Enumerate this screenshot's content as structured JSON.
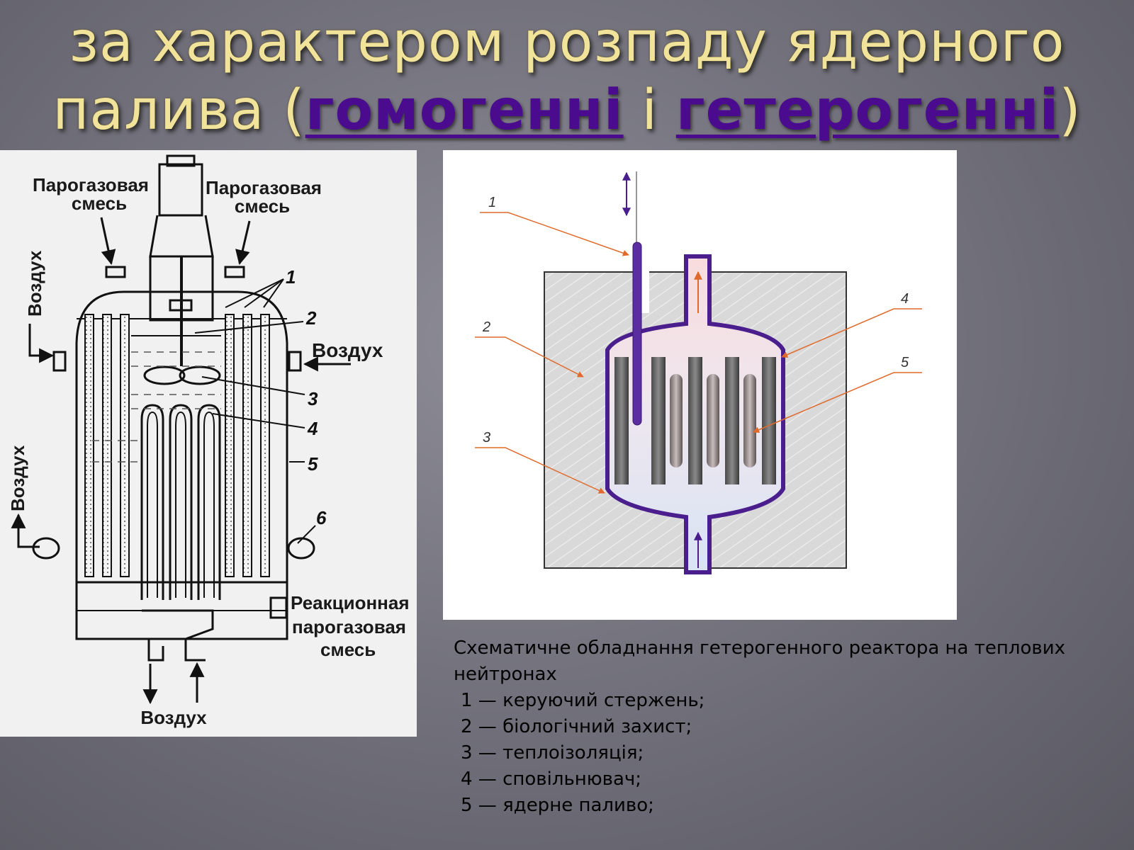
{
  "title": {
    "line1": "за характером розпаду ядерного",
    "line2_start": "палива (",
    "link1": "гомогенні",
    "between": " і ",
    "link2": "гетерогенні",
    "line2_end": ")"
  },
  "left_diagram": {
    "label_top_left_1": "Парогазовая",
    "label_top_left_2": "смесь",
    "label_top_right_1": "Парогазовая",
    "label_top_right_2": "смесь",
    "label_air_left_top": "Воздух",
    "label_air_right": "Воздух",
    "label_air_left_bottom": "Воздух",
    "label_reaction_1": "Реакционная",
    "label_reaction_2": "парогазовая",
    "label_reaction_3": "смесь",
    "label_air_bottom": "Воздух",
    "n1": "1",
    "n2": "2",
    "n3": "3",
    "n4": "4",
    "n5": "5",
    "n6": "6"
  },
  "right_diagram": {
    "n1": "1",
    "n2": "2",
    "n3": "3",
    "n4": "4",
    "n5": "5",
    "colors": {
      "vessel": "#4a1e8c",
      "rod": "#5a2ea0",
      "arrow": "#e06a2a",
      "shield": "#d9d9d9"
    }
  },
  "caption": {
    "heading": "Схематичне обладнання гетерогенного реактора на теплових нейтронах",
    "items": [
      "1 — керуючий стержень;",
      "2 — біологічний захист;",
      "3 — теплоізоляція;",
      "4 — сповільнювач;",
      "5 — ядерне паливо;"
    ]
  }
}
